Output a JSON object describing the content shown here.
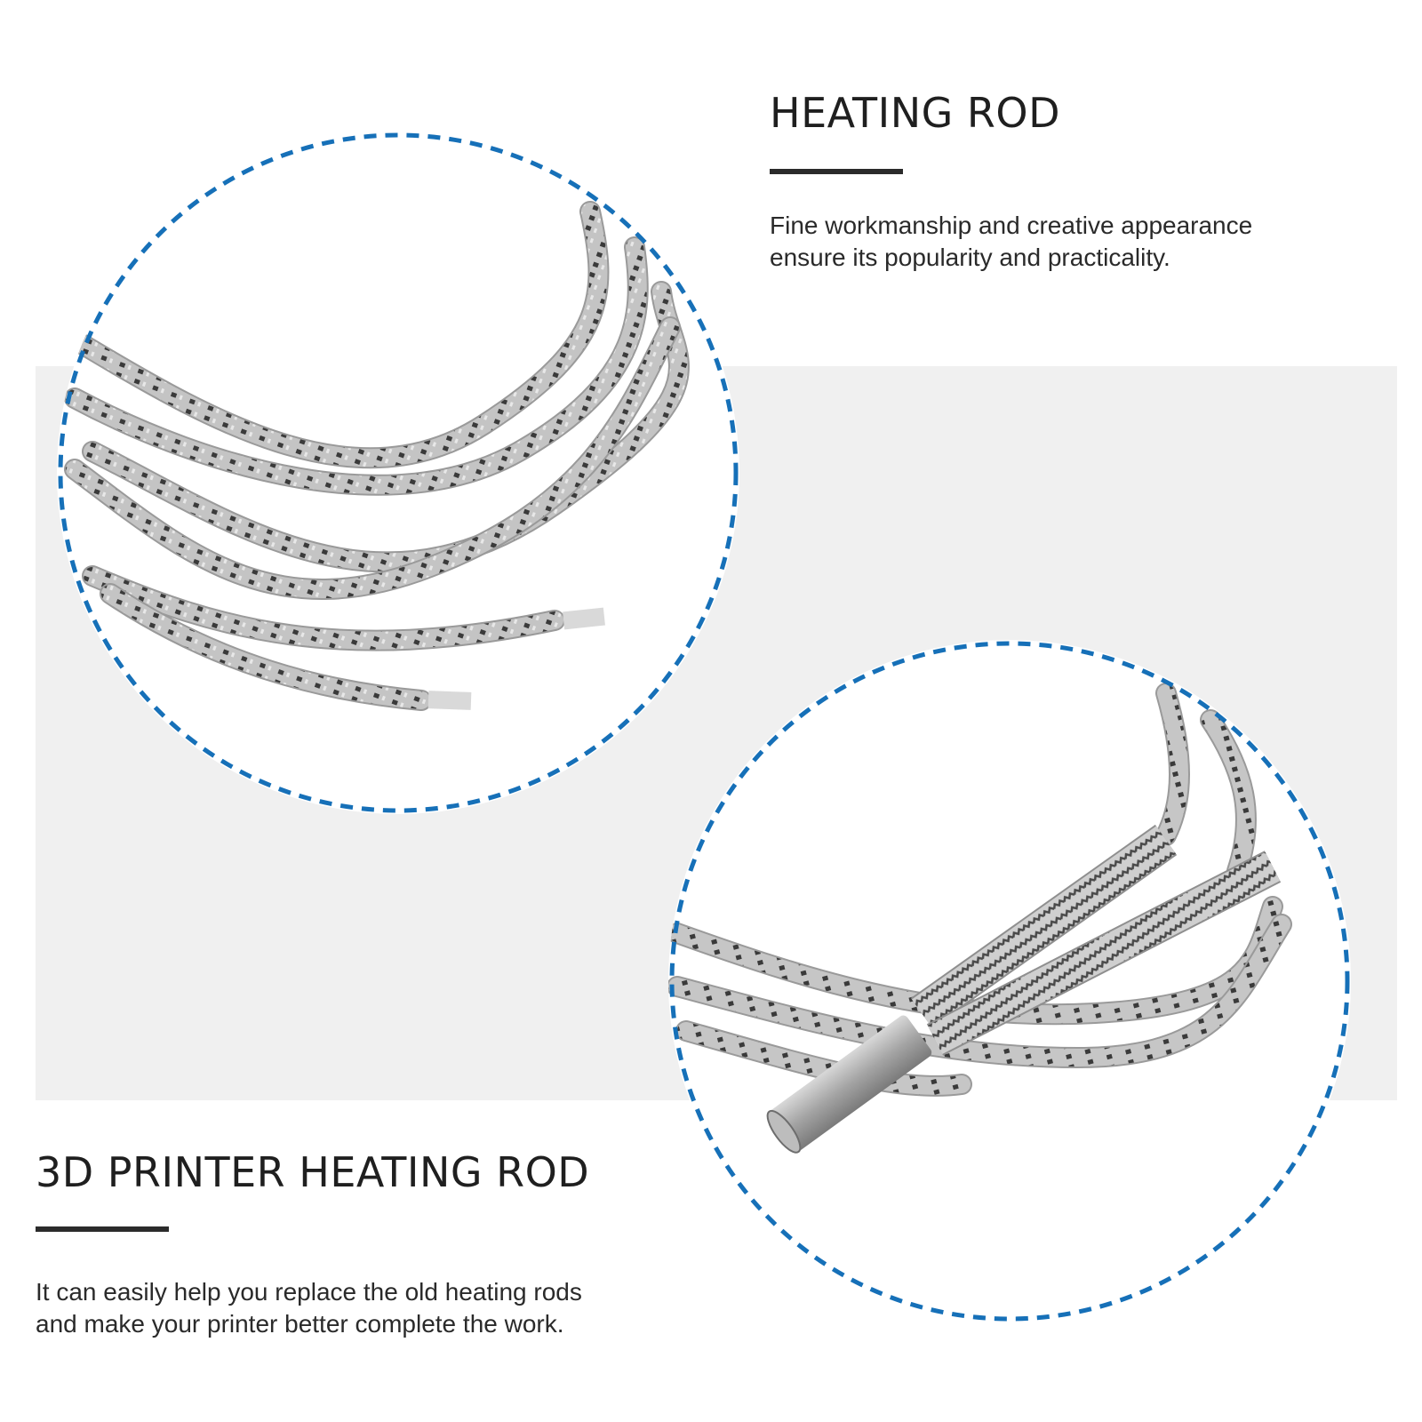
{
  "top_section": {
    "title": "HEATING ROD",
    "description_line1": "Fine workmanship and creative appearance",
    "description_line2": "ensure its popularity and practicality."
  },
  "bottom_section": {
    "title": "3D PRINTER HEATING ROD",
    "description_line1": "It can easily help you replace the old heating rods",
    "description_line2": "and make your printer better complete the work."
  },
  "colors": {
    "ring": "#1670b8",
    "band": "#f0f0f0",
    "rule": "#2b2b2b",
    "wire": "#b9b9b9",
    "wire_mark": "#3a3a3a",
    "rod": "#a8a8a8"
  }
}
